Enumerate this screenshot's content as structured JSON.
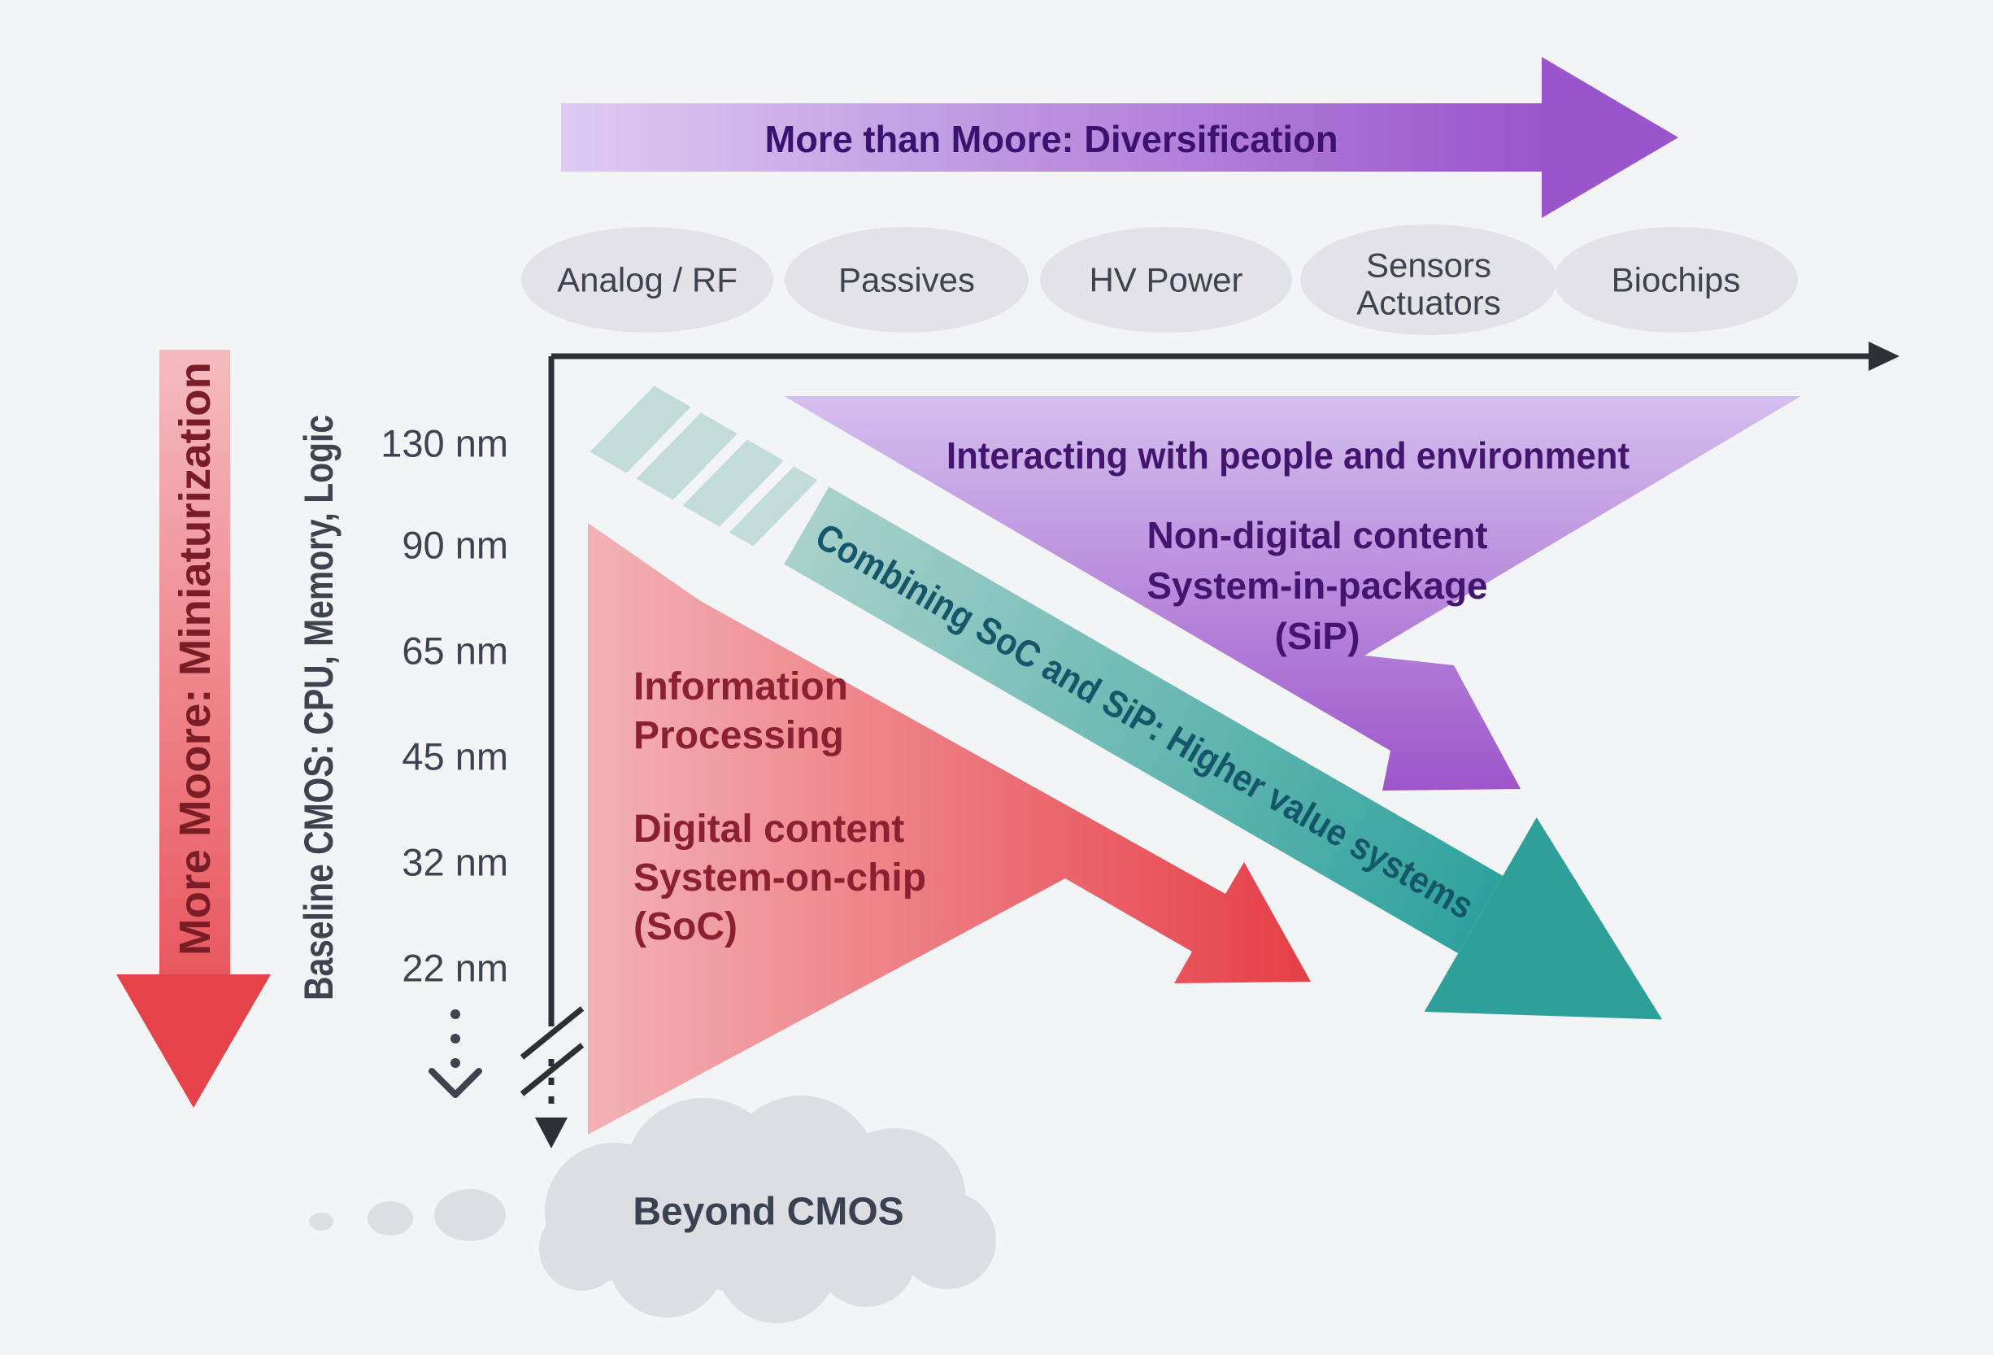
{
  "top_arrow": {
    "label": "More than Moore: Diversification"
  },
  "bubbles": {
    "analog_rf": "Analog / RF",
    "passives": "Passives",
    "hv_power": "HV Power",
    "sensors_1": "Sensors",
    "sensors_2": "Actuators",
    "biochips": "Biochips"
  },
  "axis": {
    "more_moore": "More Moore: Miniaturization",
    "baseline": "Baseline CMOS: CPU, Memory, Logic",
    "nodes": [
      "130 nm",
      "90 nm",
      "65 nm",
      "45 nm",
      "32 nm",
      "22 nm"
    ]
  },
  "soc": {
    "l1": "Information",
    "l2": "Processing",
    "l3": "Digital content",
    "l4": "System-on-chip",
    "l5": "(SoC)"
  },
  "sip": {
    "title": "Interacting with people and environment",
    "l1": "Non-digital content",
    "l2": "System-in-package",
    "l3": "(SiP)"
  },
  "combining": {
    "label": "Combining SoC and SiP: Higher value systems"
  },
  "beyond": {
    "label": "Beyond CMOS"
  },
  "colors": {
    "background": "#f3f4f6",
    "purple_dark": "#43156e",
    "purple_arrow": "#9a4fc8",
    "red_arrow": "#e74950",
    "red_text": "#8a2031",
    "teal_arrow": "#2fa29d",
    "teal_text": "#16566b",
    "slate_text": "#3d4450",
    "bubble_gray": "#e3e3e7",
    "cloud_gray": "#dcdee2",
    "axis_black": "#2b2f36"
  }
}
